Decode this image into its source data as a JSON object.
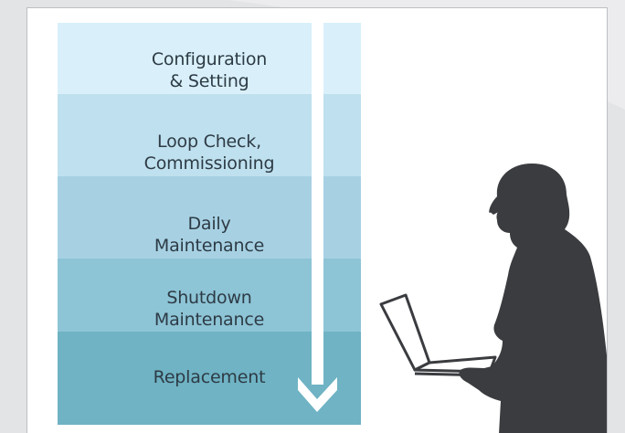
{
  "stages": [
    {
      "line1": "Configuration",
      "line2": "& Setting",
      "color": "#d9f0fa"
    },
    {
      "line1": "Loop Check,",
      "line2": "Commissioning",
      "color": "#bfe0ee"
    },
    {
      "line1": "Daily",
      "line2": "Maintenance",
      "color": "#a7d1e3"
    },
    {
      "line1": "Shutdown",
      "line2": "Maintenance",
      "color": "#8dc4d6"
    },
    {
      "line1": "Replacement",
      "line2": "",
      "color": "#6fb3c4"
    }
  ],
  "arrow_color": "#ffffff",
  "figure_color": "#3a3c3f",
  "icons": {
    "flow_arrow": "down-arrow-icon",
    "technician": "technician-with-laptop-icon"
  }
}
